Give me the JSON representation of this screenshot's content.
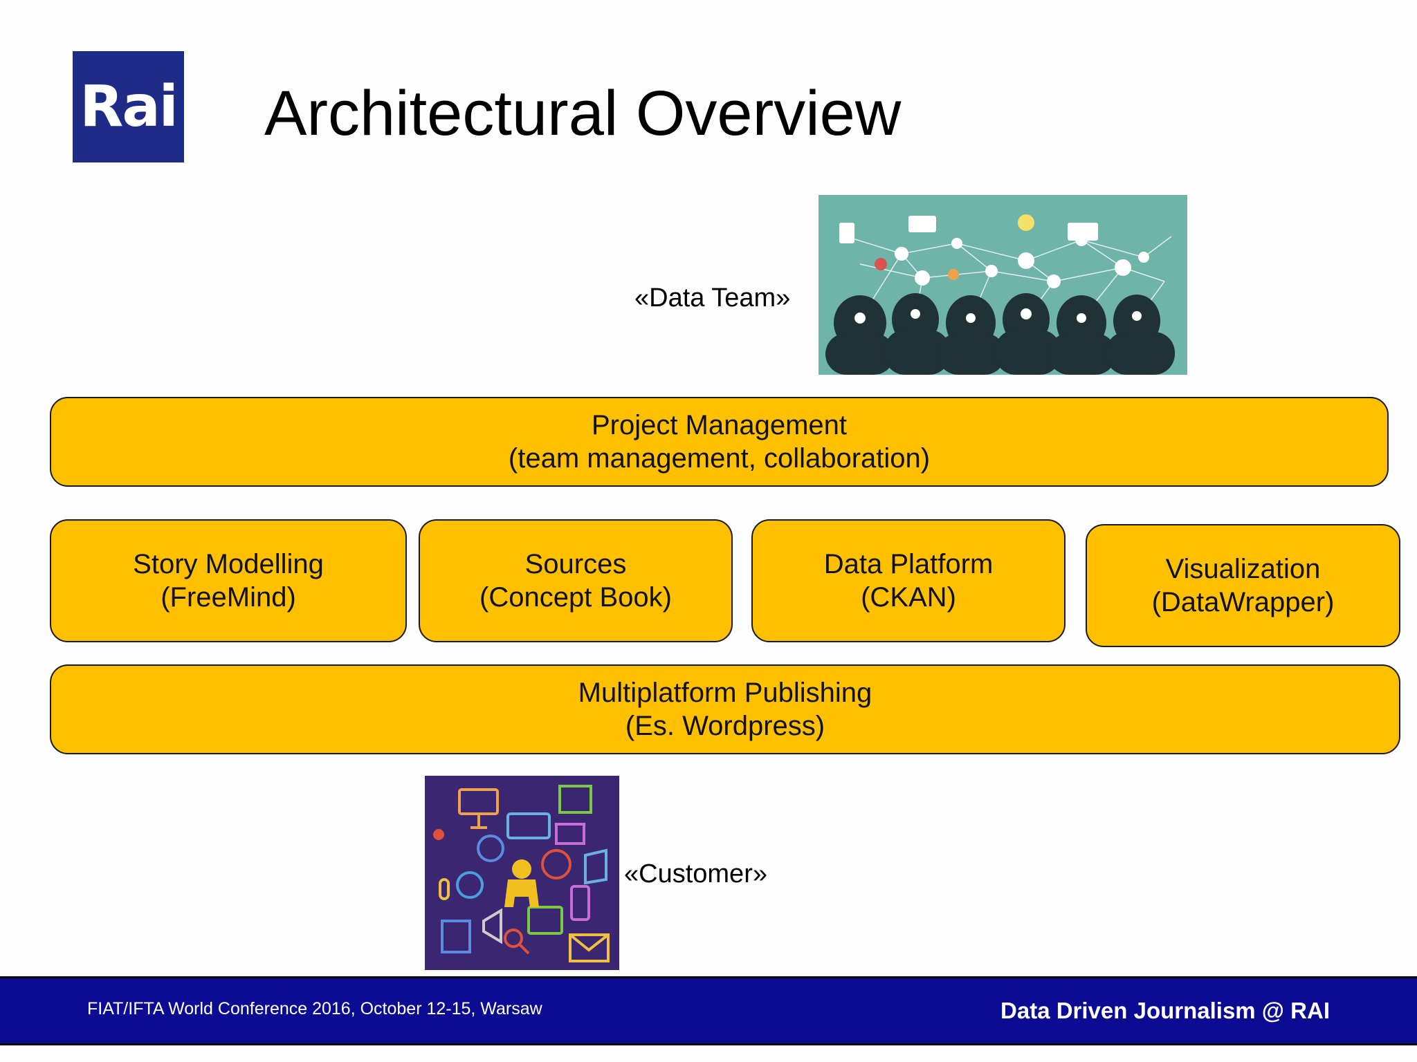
{
  "slide": {
    "logo_text": "Rai",
    "title": "Architectural Overview",
    "team_label": "«Data Team»",
    "customer_label": "«Customer»",
    "boxes": {
      "project_management": {
        "line1": "Project Management",
        "line2": "(team management, collaboration)"
      },
      "story_modelling": {
        "line1": "Story Modelling",
        "line2": "(FreeMind)"
      },
      "sources": {
        "line1": "Sources",
        "line2": "(Concept Book)"
      },
      "data_platform": {
        "line1": "Data Platform",
        "line2": "(CKAN)"
      },
      "visualization": {
        "line1": "Visualization",
        "line2": "(DataWrapper)"
      },
      "multiplatform_publishing": {
        "line1": "Multiplatform Publishing",
        "line2": "(Es. Wordpress)"
      }
    }
  },
  "footer": {
    "left_text": "FIAT/IFTA World Conference 2016, October 12-15, Warsaw",
    "right_text": "Data Driven Journalism @ RAI"
  },
  "colors": {
    "box_fill": "#ffc000",
    "logo_bg": "#1e2c87",
    "footer_bg": "#0c0c92",
    "team_img_bg": "#6fb4a9",
    "customer_img_bg": "#3b2672"
  },
  "images": {
    "team_image": "people-network-illustration",
    "customer_image": "media-icons-person-illustration"
  }
}
